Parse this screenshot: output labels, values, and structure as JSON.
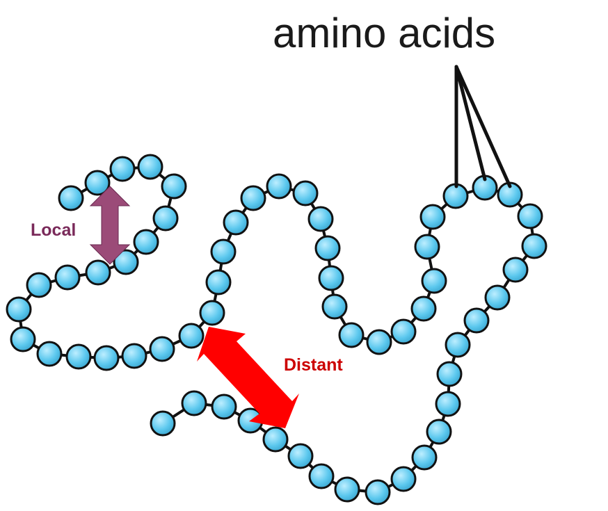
{
  "labels": {
    "title": "amino acids",
    "local": "Local",
    "distant": "Distant"
  },
  "colors": {
    "bead_fill": "#5cc8ee",
    "bead_highlight": "#bdeeff",
    "bead_stroke": "#111111",
    "chain": "#111111",
    "local_arrow": "#9b4b78",
    "local_text": "#7a2a5a",
    "distant_arrow": "#ff0000",
    "distant_text": "#cc0000"
  }
}
